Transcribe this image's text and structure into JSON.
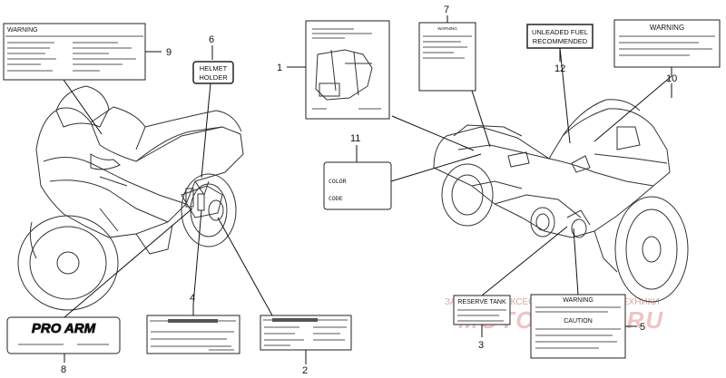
{
  "callouts": [
    "1",
    "2",
    "3",
    "4",
    "5",
    "6",
    "7",
    "8",
    "9",
    "10",
    "11",
    "12"
  ],
  "labels": {
    "warning_9": "WARNING",
    "warning_10": "WARNING",
    "helmet_1": "HELMET",
    "helmet_2": "HOLDER",
    "fuel_1": "UNLEADED FUEL",
    "fuel_2": "RECOMMENDED",
    "color_1": "COLOR",
    "color_2": "CODE",
    "reserve": "RESERVE TANK",
    "warning_5": "WARNING",
    "caution_5": "CAUTION",
    "pro_arm": "PRO ARM",
    "warning_7": "WARNING"
  },
  "watermark": {
    "line1": "ЗАПЧАСТИ И АКСЕССУАРЫ ДЛЯ МОТОТЕХНИКИ",
    "line2": "MOTO-ZONE.RU",
    "color": "#e8a0a0"
  }
}
